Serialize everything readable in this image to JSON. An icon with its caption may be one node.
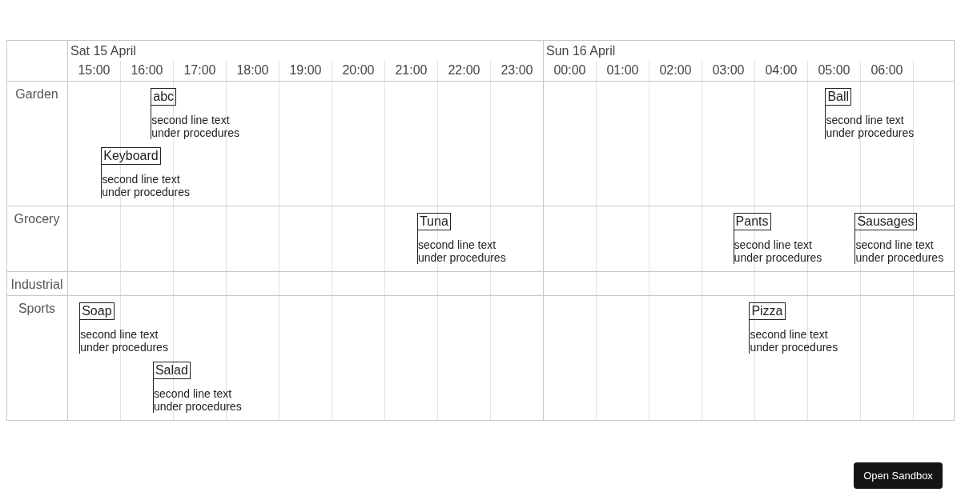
{
  "diagram": {
    "nodes": [
      {
        "text": [
          "Garden"
        ]
      },
      {
        "text": [
          "abc",
          "second line text under procedures"
        ],
        "in": 0
      },
      {
        "text": [
          "Ball",
          "second line text under procedures"
        ],
        "in": 0
      },
      {
        "text": [
          "Keyboard",
          "second line text under procedures"
        ],
        "in": 0
      },
      {
        "text": [
          "Grocery"
        ]
      },
      {
        "text": [
          "Tuna",
          "second line text under procedures"
        ],
        "in": 4
      },
      {
        "text": [
          "Pants",
          "second line text under procedures"
        ],
        "in": 4
      },
      {
        "text": [
          "Sausages",
          "second line text under procedures"
        ],
        "in": 4
      },
      {
        "text": [
          "Industrial"
        ]
      },
      {
        "text": [
          "Sports"
        ]
      },
      {
        "text": [
          "Soap",
          "second line text under procedures"
        ],
        "in": 9
      },
      {
        "text": [
          "Salad",
          "second line text under procedures"
        ],
        "in": 9
      },
      {
        "text": [
          "Pizza",
          "second line text under procedures"
        ],
        "in": 9
      }
    ],
    "edges": [],
    "labels": [
      "Sat 15 April",
      "Sun 16 April",
      "15:00",
      "16:00",
      "17:00",
      "18:00",
      "19:00",
      "20:00",
      "21:00",
      "22:00",
      "23:00",
      "00:00",
      "01:00",
      "02:00",
      "03:00",
      "04:00",
      "05:00",
      "06:00",
      "Open Sandbox"
    ]
  }
}
